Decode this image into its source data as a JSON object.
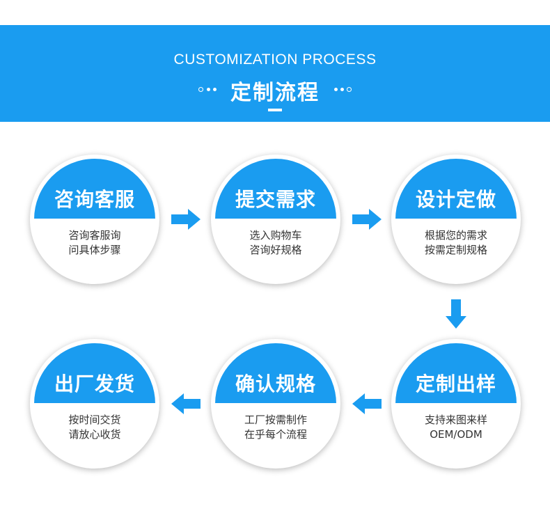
{
  "header": {
    "subtitle_en": "CUSTOMIZATION PROCESS",
    "title_cn": "定制流程"
  },
  "colors": {
    "accent": "#1a9cf0",
    "desc_text": "#333333",
    "background": "#ffffff"
  },
  "steps": [
    {
      "title": "咨询客服",
      "lines": [
        "咨询客服询",
        "问具体步骤"
      ]
    },
    {
      "title": "提交需求",
      "lines": [
        "选入购物车",
        "咨询好规格"
      ]
    },
    {
      "title": "设计定做",
      "lines": [
        "根据您的需求",
        "按需定制规格"
      ]
    },
    {
      "title": "定制出样",
      "lines": [
        "支持来图来样",
        "OEM/ODM"
      ]
    },
    {
      "title": "确认规格",
      "lines": [
        "工厂按需制作",
        "在乎每个流程"
      ]
    },
    {
      "title": "出厂发货",
      "lines": [
        "按时间交货",
        "请放心收货"
      ]
    }
  ],
  "arrows": [
    "arrow-right",
    "arrow-right",
    "arrow-down",
    "arrow-left",
    "arrow-left"
  ]
}
